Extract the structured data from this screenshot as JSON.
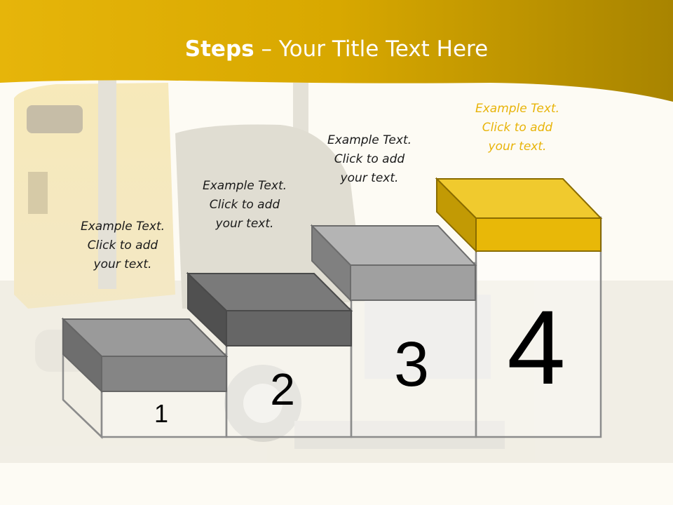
{
  "slide": {
    "title_bold": "Steps",
    "title_rest": " – Your Title Text Here"
  },
  "steps": [
    {
      "number": "1",
      "lines": [
        "Example Text.",
        "Click  to add",
        "your text."
      ],
      "top_color": "#8a8a8a"
    },
    {
      "number": "2",
      "lines": [
        "Example Text.",
        "Click  to add",
        "your text."
      ],
      "top_color": "#6a6a6a"
    },
    {
      "number": "3",
      "lines": [
        "Example Text.",
        "Click  to add",
        "your text."
      ],
      "top_color": "#9e9e9e"
    },
    {
      "number": "4",
      "lines": [
        "Example Text.",
        "Click  to add",
        "your text."
      ],
      "top_color": "#ecc00e"
    }
  ],
  "colors": {
    "banner_top": "#b88f00",
    "banner_bottom": "#e9b80c",
    "highlight_caption": "#e8b40a"
  }
}
